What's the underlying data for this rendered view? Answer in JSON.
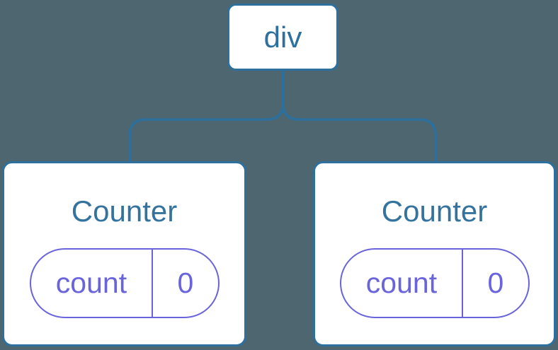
{
  "diagram": {
    "background_color": "#4D6670",
    "line_color": "#2D6F9D",
    "node_border_color": "#2D6F9D",
    "node_fill_color": "#FFFFFF",
    "node_text_color": "#35739F",
    "state_accent_color": "#6964DC",
    "root": {
      "label": "div"
    },
    "children": [
      {
        "title": "Counter",
        "state": {
          "key": "count",
          "value": "0"
        }
      },
      {
        "title": "Counter",
        "state": {
          "key": "count",
          "value": "0"
        }
      }
    ]
  }
}
